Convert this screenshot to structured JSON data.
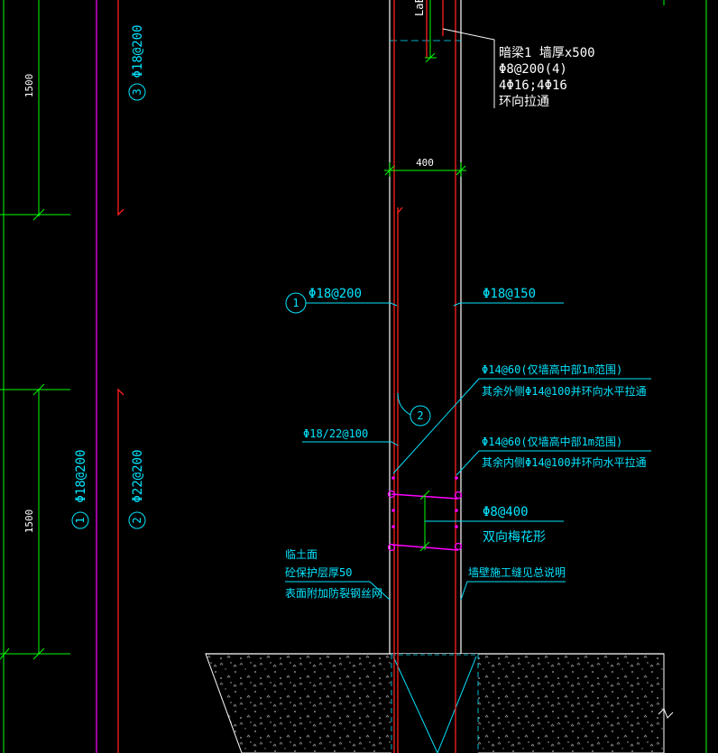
{
  "colors": {
    "background": "#000000",
    "dimension": "#00ff00",
    "rebar": "#ff2020",
    "wall": "#ffffff",
    "leader": "#00e5ff",
    "magenta": "#ff00ff"
  },
  "dimensions": {
    "upper_span": "1500",
    "lower_span": "1500",
    "wall_thickness": "400"
  },
  "left_labels": {
    "upper_bar_num": "3",
    "upper_bar_spec": "Φ18@200",
    "lower_bar1_num": "1",
    "lower_bar1_spec": "Φ18@200",
    "lower_bar2_num": "2",
    "lower_bar2_spec": "Φ22@200"
  },
  "top_label": {
    "clip_text": "LaE",
    "beam_line1": "暗梁1 墙厚x500",
    "beam_line2": "Φ8@200(4)",
    "beam_line3": "4Φ16;4Φ16",
    "beam_line4": "环向拉通"
  },
  "callouts": {
    "bar1_num": "1",
    "bar1_spec": "Φ18@200",
    "inner_spec": "Φ18@150",
    "bar2_num": "2",
    "bar2_spec": "Φ18/22@100",
    "outer_horiz_line1": "Φ14@60(仅墙高中部1m范围)",
    "outer_horiz_line2": "其余外侧Φ14@100并环向水平拉通",
    "inner_horiz_line1": "Φ14@60(仅墙高中部1m范围)",
    "inner_horiz_line2": "其余内侧Φ14@100并环向水平拉通",
    "tie_spec": "Φ8@400",
    "tie_pattern": "双向梅花形",
    "soil_line1": "临土面",
    "soil_line2": "砼保护层厚50",
    "soil_line3": "表面附加防裂钢丝网",
    "construction_note": "墙壁施工缝见总说明"
  }
}
